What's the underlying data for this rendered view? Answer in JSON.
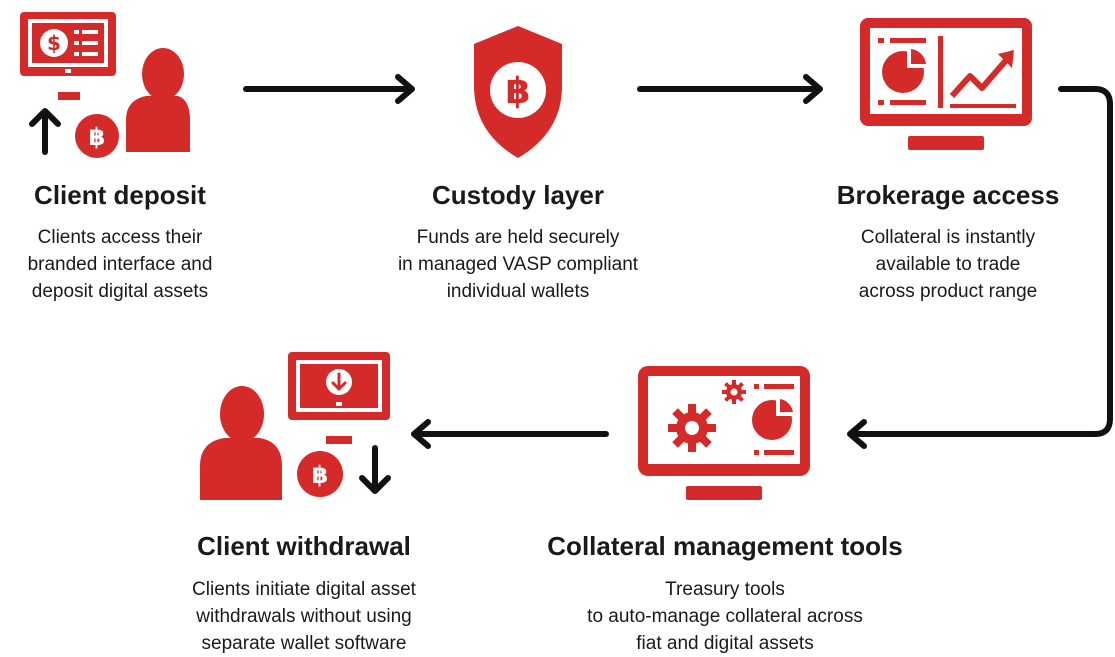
{
  "colors": {
    "accent": "#d42a2a",
    "arrow": "#111111",
    "text": "#1a1a1a"
  },
  "steps": {
    "deposit": {
      "title": "Client deposit",
      "lines": [
        "Clients access their",
        "branded interface and",
        "deposit digital assets"
      ],
      "icon": "deposit-icon"
    },
    "custody": {
      "title": "Custody layer",
      "lines": [
        "Funds are held securely",
        "in managed VASP compliant",
        "individual wallets"
      ],
      "icon": "shield-bitcoin-icon"
    },
    "brokerage": {
      "title": "Brokerage access",
      "lines": [
        "Collateral is instantly",
        "available to trade",
        "across product range"
      ],
      "icon": "monitor-chart-icon"
    },
    "collateral": {
      "title": "Collateral management tools",
      "lines": [
        "Treasury tools",
        "to auto-manage collateral across",
        "fiat and digital assets"
      ],
      "icon": "monitor-gears-icon"
    },
    "withdrawal": {
      "title": "Client withdrawal",
      "lines": [
        "Clients initiate digital asset",
        "withdrawals without using",
        "separate wallet software"
      ],
      "icon": "withdrawal-icon"
    }
  }
}
